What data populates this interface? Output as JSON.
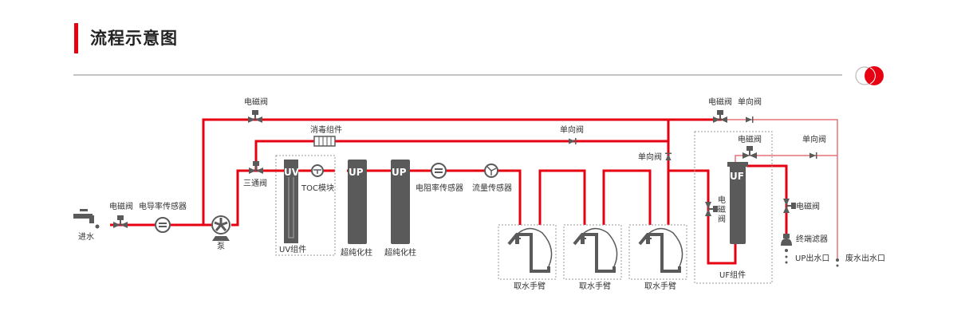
{
  "header": {
    "title": "流程示意图",
    "accent_color": "#e60012"
  },
  "colors": {
    "pipe": "#e60012",
    "pipe_light": "#e8707a",
    "component": "#5a5a5a",
    "dotted_box": "#999999"
  },
  "labels": {
    "inlet": "进水",
    "inlet_valve": "电磁阀",
    "conductivity_sensor": "电导率传感器",
    "pump": "泵",
    "top_valve": "电磁阀",
    "three_way_valve": "三通阀",
    "disinfection": "消毒组件",
    "uv_module": "UV组件",
    "uv_tag": "UV",
    "toc_module": "TOC模块",
    "up_column_1": "超纯化柱",
    "up_column_2": "超纯化柱",
    "up_tag": "UP",
    "resistivity_sensor": "电阻率传感器",
    "flow_sensor": "流量传感器",
    "check_valve_mid": "单向阀",
    "check_valve_vertical": "单向阀",
    "dispenser_1": "取水手臂",
    "dispenser_2": "取水手臂",
    "dispenser_3": "取水手臂",
    "right_top_valve": "电磁阀",
    "right_top_check": "单向阀",
    "uf_top_valve": "电磁阀",
    "uf_check_valve": "单向阀",
    "uf_side_valve": "电磁阀",
    "uf_tag": "UF",
    "uf_module": "UF组件",
    "outlet_valve": "电磁阀",
    "terminal_filter": "终端滤器",
    "up_outlet": "UP出水口",
    "waste_outlet": "废水出水口"
  }
}
